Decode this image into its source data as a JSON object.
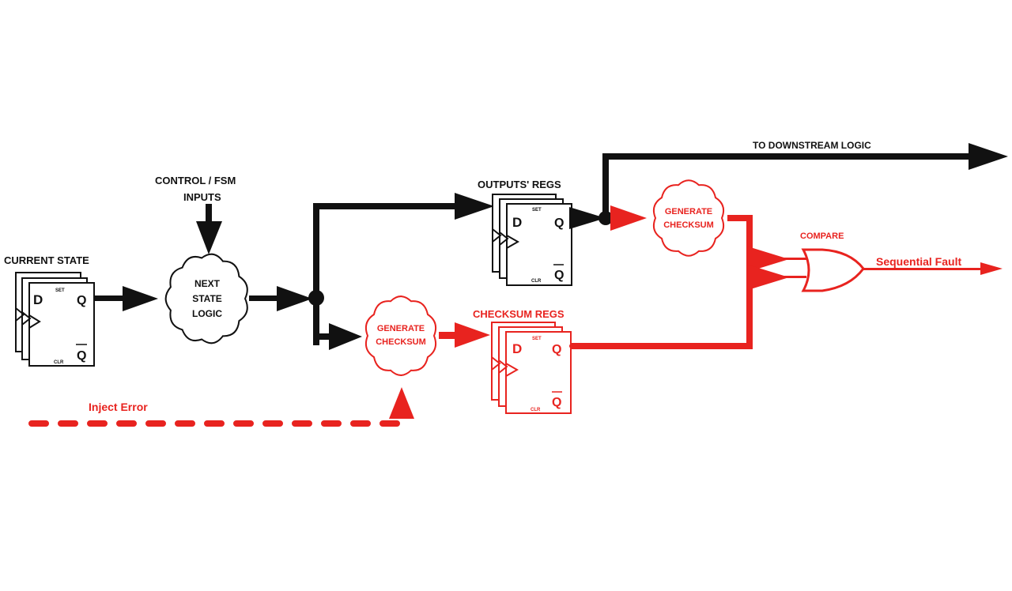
{
  "colors": {
    "primary": "#111111",
    "checksum": "#e8231f",
    "background": "#ffffff"
  },
  "labels": {
    "current_state": "CURRENT STATE",
    "control_inputs_line1": "CONTROL / FSM",
    "control_inputs_line2": "INPUTS",
    "next_state_line1": "NEXT",
    "next_state_line2": "STATE",
    "next_state_line3": "LOGIC",
    "outputs_regs": "OUTPUTS' REGS",
    "to_downstream": "TO DOWNSTREAM LOGIC",
    "gen_checksum_top_line1": "GENERATE",
    "gen_checksum_top_line2": "CHECKSUM",
    "gen_checksum_bottom_line1": "GENERATE",
    "gen_checksum_bottom_line2": "CHECKSUM",
    "checksum_regs": "CHECKSUM REGS",
    "compare": "COMPARE",
    "sequential_fault": "Sequential Fault",
    "inject_error": "Inject Error"
  },
  "flipflop": {
    "d": "D",
    "q": "Q",
    "qbar": "Q",
    "set": "SET",
    "clr": "CLR"
  }
}
